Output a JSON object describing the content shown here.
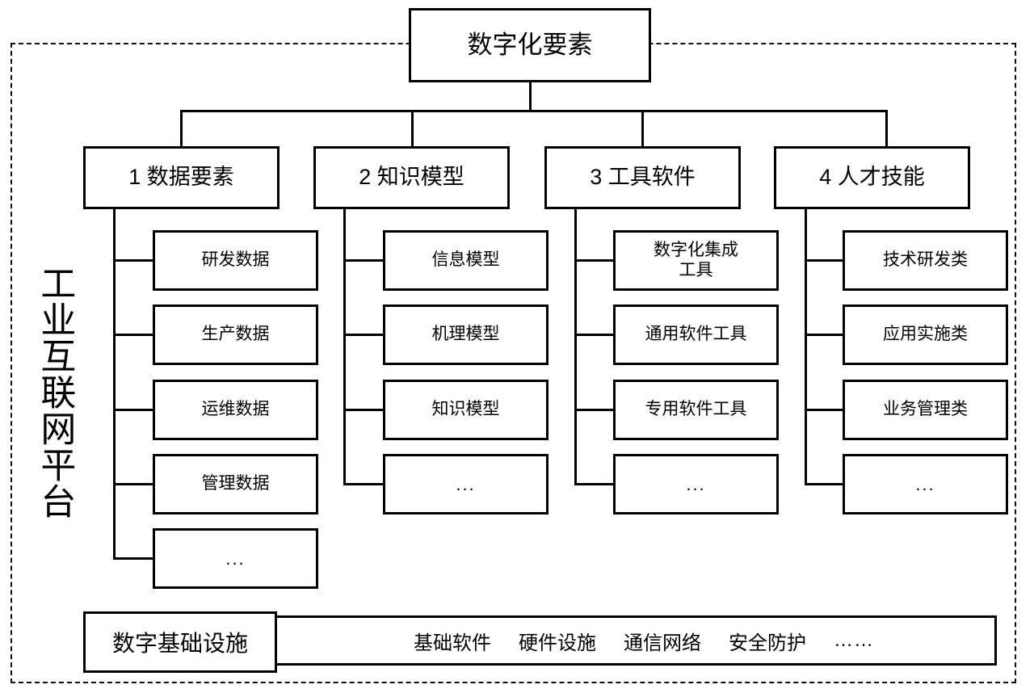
{
  "diagram": {
    "platform_label": "工业互联网平台",
    "root": {
      "label": "数字化要素"
    },
    "categories": [
      {
        "label": "1 数据要素",
        "children": [
          {
            "label": "研发数据"
          },
          {
            "label": "生产数据"
          },
          {
            "label": "运维数据"
          },
          {
            "label": "管理数据"
          },
          {
            "label": "..."
          }
        ]
      },
      {
        "label": "2 知识模型",
        "children": [
          {
            "label": "信息模型"
          },
          {
            "label": "机理模型"
          },
          {
            "label": "知识模型"
          },
          {
            "label": "..."
          }
        ]
      },
      {
        "label": "3 工具软件",
        "children": [
          {
            "label": "数字化集成\n工具"
          },
          {
            "label": "通用软件工具"
          },
          {
            "label": "专用软件工具"
          },
          {
            "label": "..."
          }
        ]
      },
      {
        "label": "4 人才技能",
        "children": [
          {
            "label": "技术研发类"
          },
          {
            "label": "应用实施类"
          },
          {
            "label": "业务管理类"
          },
          {
            "label": "..."
          }
        ]
      }
    ],
    "infrastructure": {
      "label": "数字基础设施",
      "items": [
        {
          "label": "基础软件"
        },
        {
          "label": "硬件设施"
        },
        {
          "label": "通信网络"
        },
        {
          "label": "安全防护"
        },
        {
          "label": "……"
        }
      ]
    },
    "colors": {
      "stroke": "#000000",
      "background": "#ffffff",
      "frame_stroke": "#111111"
    }
  }
}
